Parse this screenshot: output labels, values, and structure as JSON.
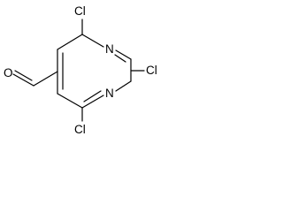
{
  "molecule": {
    "atoms": {
      "cl_top": "Cl",
      "n_top": "N",
      "cl_right": "Cl",
      "n_bottom": "N",
      "cl_bottom": "Cl",
      "o": "O"
    }
  },
  "colors": {
    "ink": "#000000",
    "background": "#ffffff"
  }
}
